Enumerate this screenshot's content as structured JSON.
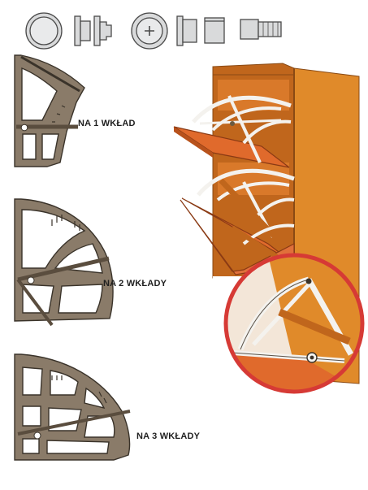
{
  "labels": {
    "fitting_1": "NA 1 WKŁAD",
    "fitting_2": "NA 2 WKŁADY",
    "fitting_3": "NA 3 WKŁADY"
  },
  "colors": {
    "fitting_fill": "#8a7b69",
    "fitting_stroke": "#3a332a",
    "cabinet_wood": "#e08a2a",
    "cabinet_shade": "#c0661c",
    "flap_wood": "#e06a2c",
    "hinge_white": "#f4f2ee",
    "callout_ring": "#d63a35",
    "parts_grey": "#d9dadb",
    "parts_stroke": "#4a4a4a"
  }
}
